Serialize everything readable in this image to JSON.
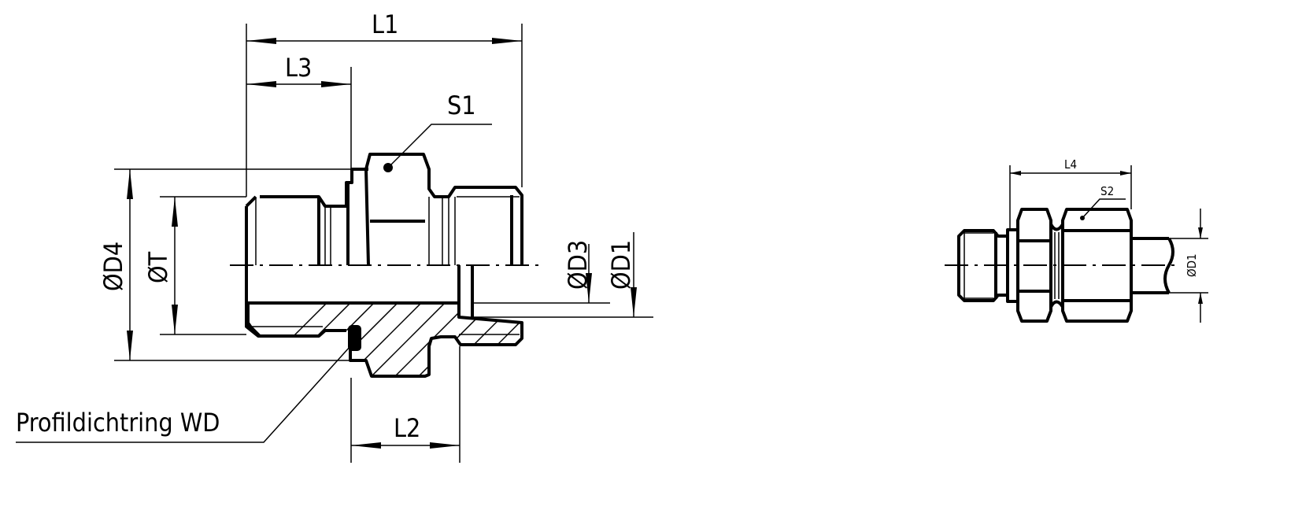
{
  "main_view": {
    "dim_L1": "L1",
    "dim_L3": "L3",
    "dim_L2": "L2",
    "label_S1": "S1",
    "dim_D4": "ØD4",
    "dim_T": "ØT",
    "dim_D3": "ØD3",
    "dim_D1": "ØD1",
    "seal_label": "Profildichtring WD"
  },
  "side_view": {
    "dim_L4": "L4",
    "label_S2": "S2",
    "dim_D1": "ØD1"
  }
}
